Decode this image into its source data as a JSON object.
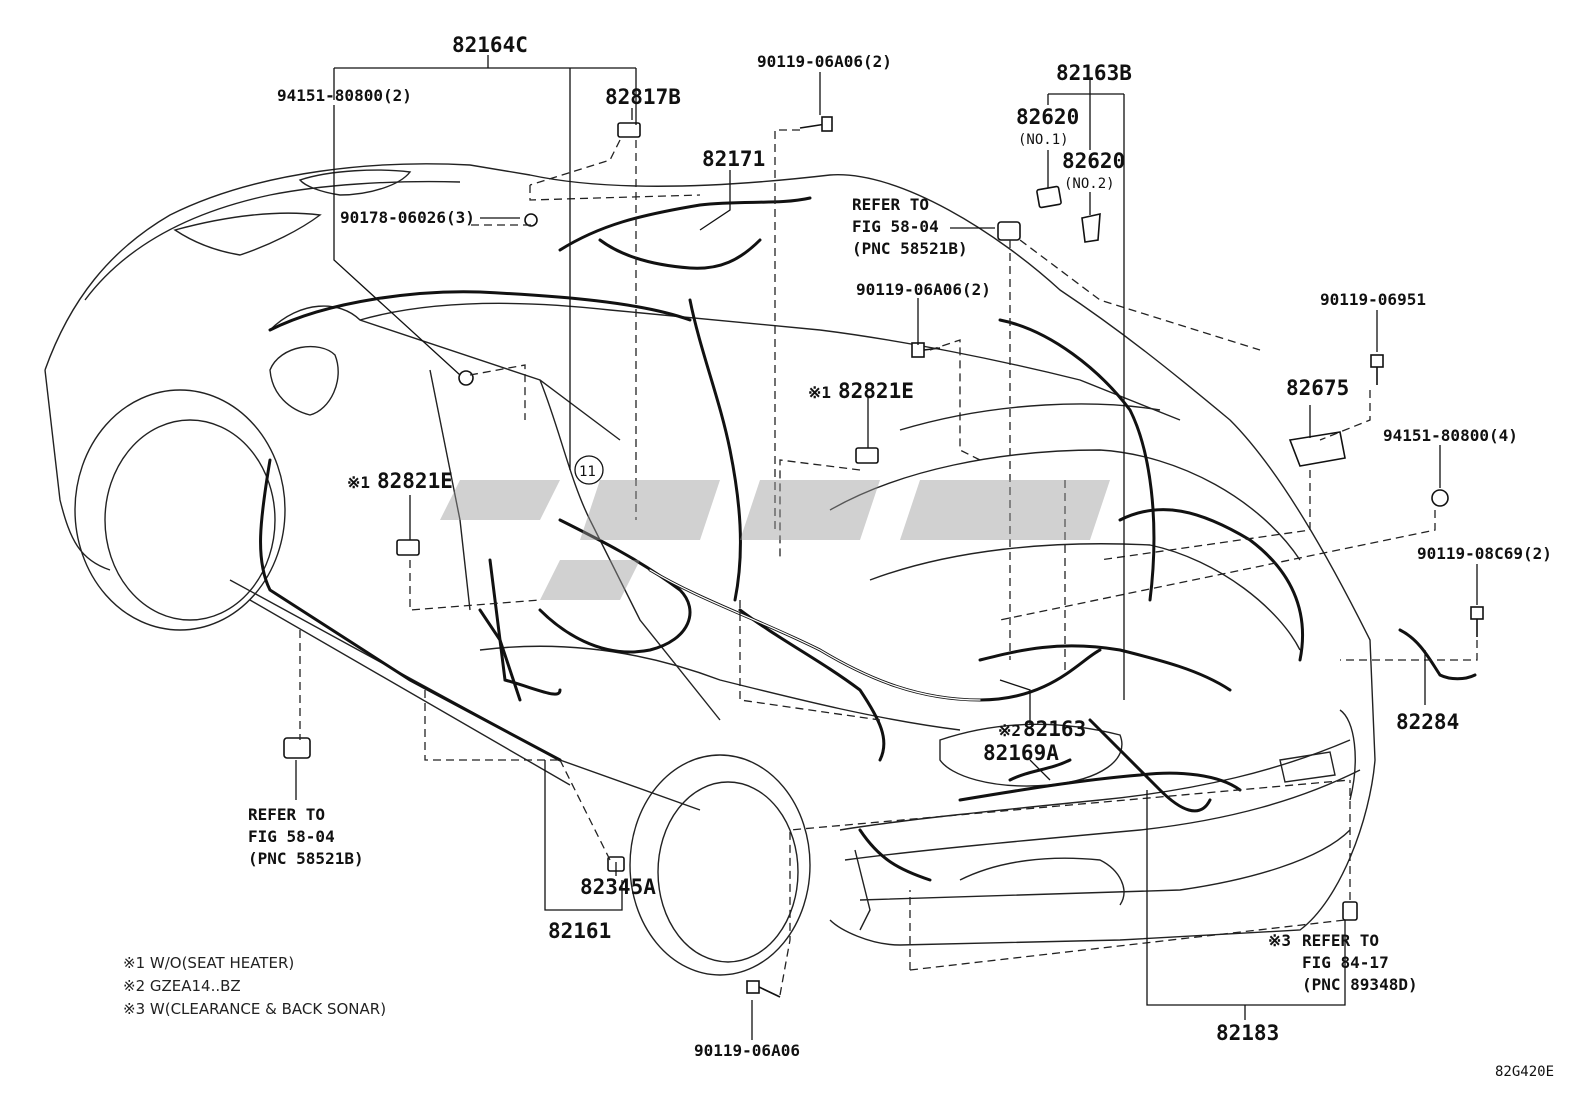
{
  "diagram": {
    "callouts": {
      "p82164C": "82164C",
      "p94151_80800_2": "94151-80800(2)",
      "p90119_06A06_2_top": "90119-06A06(2)",
      "p82817B": "82817B",
      "p82171": "82171",
      "p90178_06026_3": "90178-06026(3)",
      "p82163B": "82163B",
      "p82620_1": "82620",
      "p82620_1_sub": "(NO.1)",
      "p82620_2": "82620",
      "p82620_2_sub": "(NO.2)",
      "refer_top_1": "REFER TO",
      "refer_top_2": "FIG 58-04",
      "refer_top_3": "(PNC 58521B)",
      "p90119_06A06_2_mid": "90119-06A06(2)",
      "p90119_06951": "90119-06951",
      "p82675": "82675",
      "p82821E_right_mark": "※1",
      "p82821E_right": "82821E",
      "p94151_80800_4": "94151-80800(4)",
      "p82821E_left_mark": "※1",
      "p82821E_left": "82821E",
      "circle_11": "11",
      "p90119_08C69_2": "90119-08C69(2)",
      "p82163_mark": "※2",
      "p82163": "82163",
      "p82169A": "82169A",
      "p82284": "82284",
      "refer_left_1": "REFER TO",
      "refer_left_2": "FIG 58-04",
      "refer_left_3": "(PNC 58521B)",
      "p82345A": "82345A",
      "p82161": "82161",
      "refer_right_mark": "※3",
      "refer_right_1": "REFER TO",
      "refer_right_2": "FIG 84-17",
      "refer_right_3": "(PNC 89348D)",
      "p82183": "82183",
      "p90119_06A06_bottom": "90119-06A06",
      "figure_code": "82G420E"
    },
    "notes": [
      "※1 W/O(SEAT HEATER)",
      "※2 GZEA14..BZ",
      "※3 W(CLEARANCE & BACK SONAR)"
    ]
  }
}
